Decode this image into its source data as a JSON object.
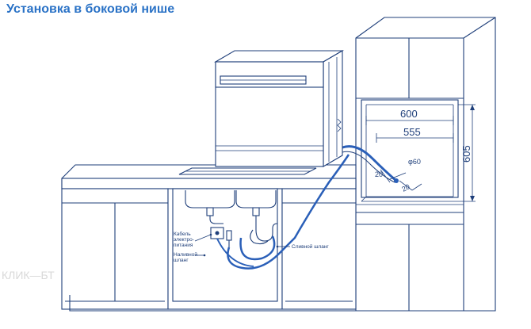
{
  "title": "Установка в боковой нише",
  "dimensions": {
    "width_outer": "600",
    "width_inner": "555",
    "height": "605",
    "hole": "φ60",
    "offset_a": "20",
    "offset_b": "20"
  },
  "labels": {
    "power_cable_1": "Кабель",
    "power_cable_2": "электро-",
    "power_cable_3": "питания",
    "inlet_hose_1": "Наливной",
    "inlet_hose_2": "шланг",
    "drain_hose": "Сливной шланг"
  },
  "watermark": "КЛИК—БТ",
  "colors": {
    "title": "#2a72c6",
    "lines": "#1f3f7a",
    "hose": "#2a5fb8"
  }
}
